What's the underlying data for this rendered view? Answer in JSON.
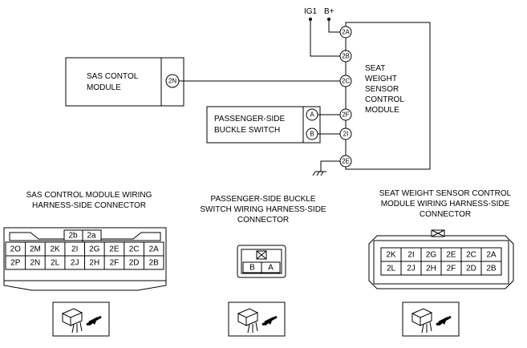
{
  "power": {
    "ig1": "IG1",
    "bplus": "B+"
  },
  "sas_module": {
    "line1": "SAS CONTOL",
    "line2": "MODULE",
    "pin": "2N"
  },
  "buckle_switch": {
    "line1": "PASSENGER-SIDE",
    "line2": "BUCKLE SWITCH",
    "pin_a": "A",
    "pin_b": "B"
  },
  "seat_module": {
    "line1": "SEAT",
    "line2": "WEIGHT",
    "line3": "SENSOR",
    "line4": "CONTROL",
    "line5": "MODULE",
    "pins": [
      "2A",
      "2B",
      "2C",
      "2F",
      "2I",
      "2E"
    ]
  },
  "sas_connector": {
    "title1": "SAS CONTROL MODULE WIRING",
    "title2": "HARNESS-SIDE CONNECTOR",
    "top_row": [
      "2b",
      "2a"
    ],
    "row1": [
      "2O",
      "2M",
      "2K",
      "2I",
      "2G",
      "2E",
      "2C",
      "2A"
    ],
    "row2": [
      "2P",
      "2N",
      "2L",
      "2J",
      "2H",
      "2F",
      "2D",
      "2B"
    ]
  },
  "buckle_connector": {
    "title1": "PASSENGER-SIDE BUCKLE",
    "title2": "SWITCH WIRING HARNESS-SIDE",
    "title3": "CONNECTOR",
    "cells": [
      "B",
      "A"
    ]
  },
  "seat_connector": {
    "title1": "SEAT WEIGHT SENSOR  CONTROL",
    "title2": "MODULE WIRING HARNESS-SIDE",
    "title3": "CONNECTOR",
    "row1": [
      "2K",
      "2I",
      "2G",
      "2E",
      "2C",
      "2A"
    ],
    "row2": [
      "2L",
      "2J",
      "2H",
      "2F",
      "2D",
      "2B"
    ]
  },
  "icons": [
    "connector-probe-icon",
    "connector-probe-icon",
    "connector-probe-icon"
  ]
}
